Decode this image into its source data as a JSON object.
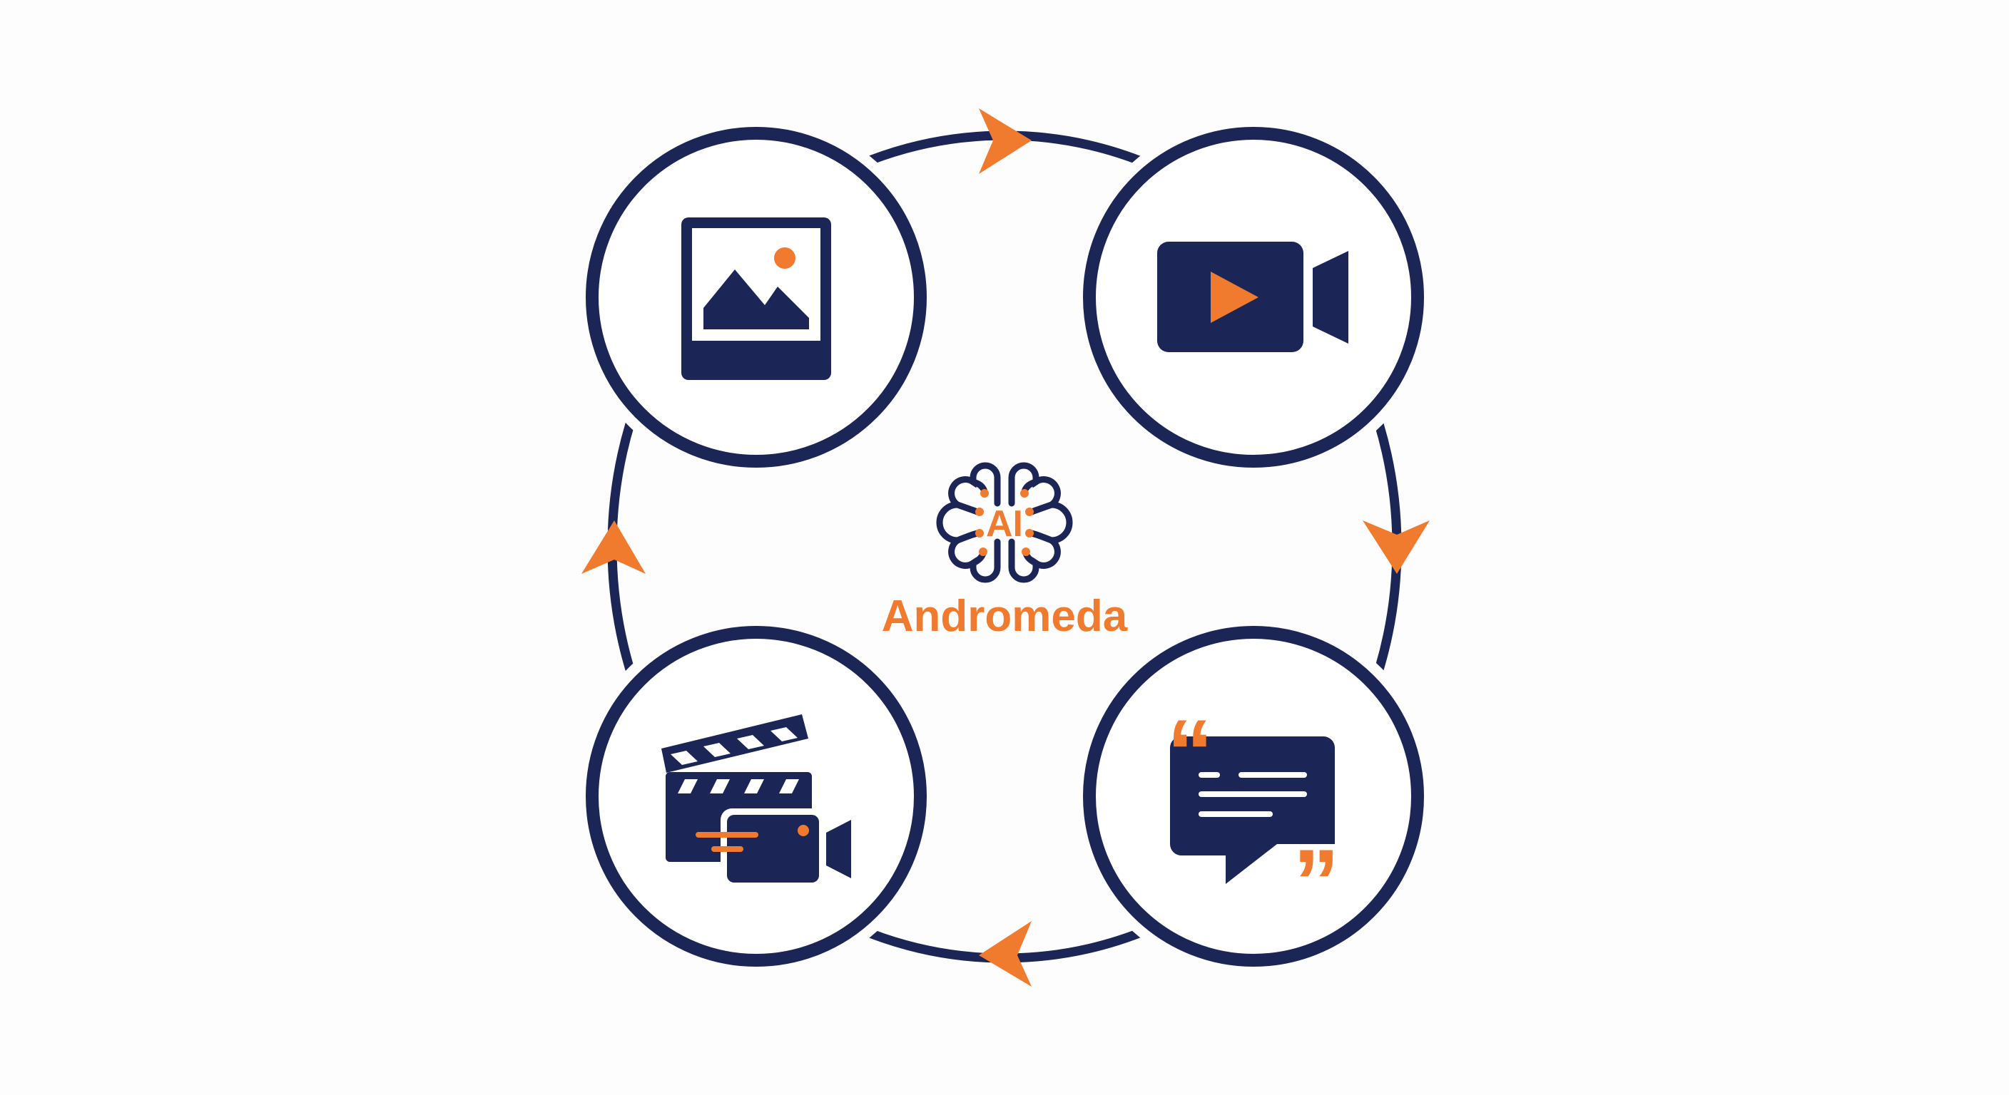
{
  "center": {
    "label": "Andromeda",
    "badge": "AI",
    "icon": "brain-icon"
  },
  "nodes": [
    {
      "id": "image",
      "icon": "image-icon"
    },
    {
      "id": "video",
      "icon": "video-camera-icon"
    },
    {
      "id": "text",
      "icon": "chat-quote-icon"
    },
    {
      "id": "film",
      "icon": "clapperboard-camera-icon"
    }
  ],
  "cycle_direction": "clockwise",
  "colors": {
    "primary": "#1b2556",
    "accent": "#f07b2e"
  }
}
